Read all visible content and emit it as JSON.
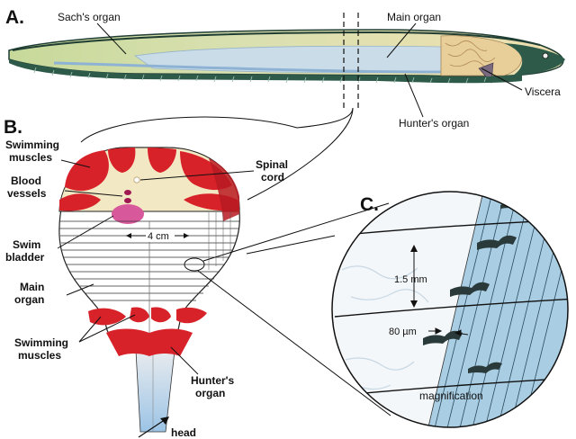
{
  "panels": {
    "a": "A.",
    "b": "B.",
    "c": "C."
  },
  "panel_a": {
    "sachs_organ": "Sach's organ",
    "main_organ": "Main organ",
    "viscera": "Viscera",
    "hunters_organ": "Hunter's organ"
  },
  "panel_b": {
    "swimming_muscles_top_1": "Swimming",
    "swimming_muscles_top_2": "muscles",
    "blood_vessels_1": "Blood",
    "blood_vessels_2": "vessels",
    "spinal_cord_1": "Spinal",
    "spinal_cord_2": "cord",
    "swim_bladder_1": "Swim",
    "swim_bladder_2": "bladder",
    "width_measure": "4 cm",
    "main_organ_1": "Main",
    "main_organ_2": "organ",
    "swimming_muscles_bottom_1": "Swimming",
    "swimming_muscles_bottom_2": "muscles",
    "hunters_organ_1": "Hunter's",
    "hunters_organ_2": "organ",
    "head": "head"
  },
  "panel_c": {
    "spacing_measure": "1.5 mm",
    "thickness_measure": "80 µm",
    "magnification": "magnification"
  },
  "colors": {
    "muscle_red": "#d8222a",
    "sachs_green": "#b7cf8a",
    "main_organ_blue": "#c8dcef",
    "body_tan": "#efe0b0",
    "skin_dark": "#2e5a4a",
    "blood_pink": "#d8589c",
    "electroplate_blue": "#a9cde3"
  }
}
